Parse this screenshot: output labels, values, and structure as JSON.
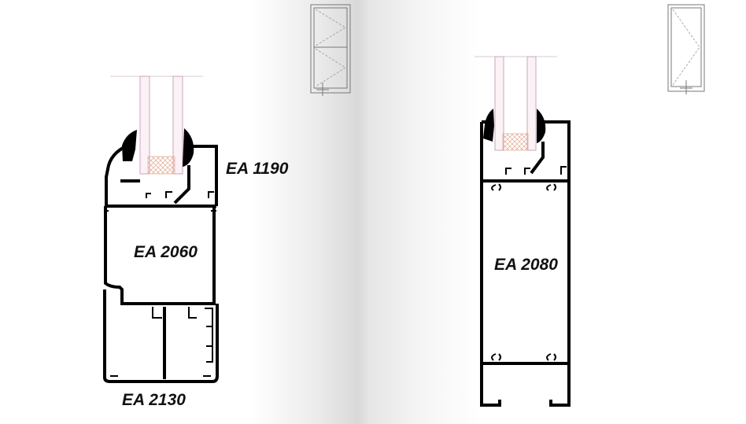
{
  "labels": {
    "sash_left": "EA 1190",
    "frame_left": "EA 2060",
    "sill_left": "EA 2130",
    "frame_right": "EA 2080"
  },
  "colors": {
    "profile": "#000000",
    "glass_edge": "#c9a6c0",
    "spacer_hatch": "#e0a890"
  }
}
